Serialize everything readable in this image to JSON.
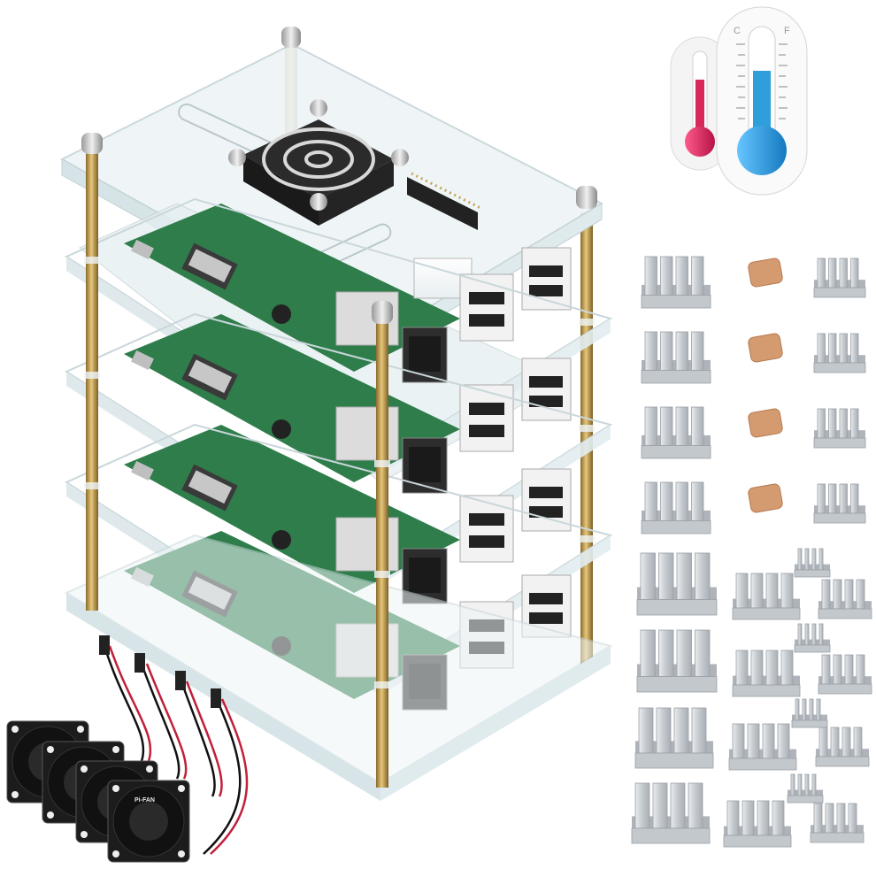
{
  "product": {
    "fan_label": "Pi-FAN",
    "thermometer_units": [
      "C",
      "F"
    ]
  },
  "colors": {
    "background": "#ffffff",
    "brass": "#c9a55a",
    "pcb_green": "#2e7d4a",
    "acrylic": "#e6f1f4",
    "usb_port": "#f2f2f2",
    "heatsink": "#cfd3d7",
    "thermal_pad": "#d49a70",
    "thermo_red": "#d9285c",
    "thermo_blue": "#2f9fdc",
    "fan_black": "#1c1c1c"
  },
  "icons": [
    "thermometer-icon",
    "fan-icon",
    "heatsink-icon"
  ]
}
